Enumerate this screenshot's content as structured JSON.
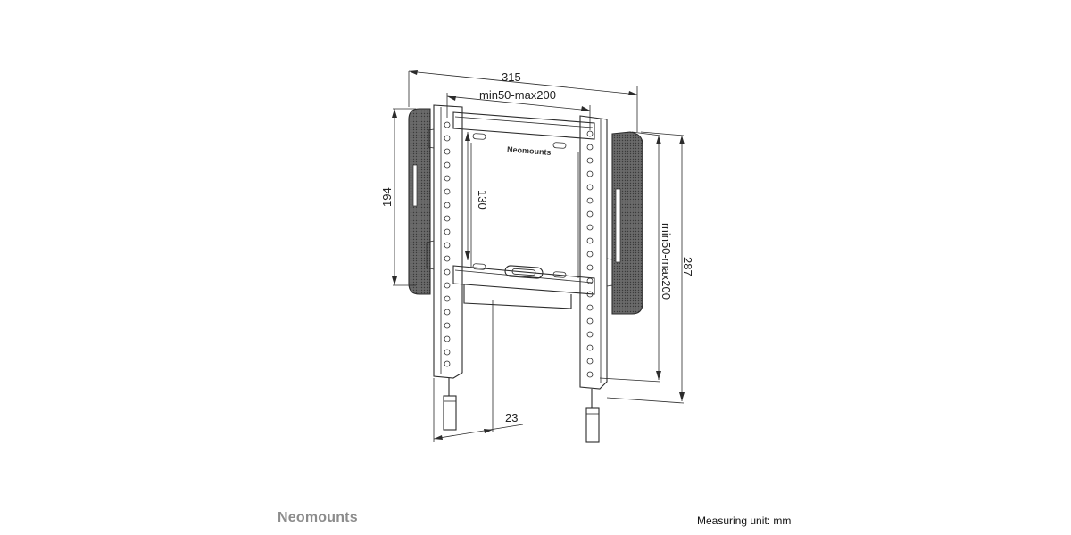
{
  "dimensions": {
    "overall_width": "315",
    "vesa_width": "min50-max200",
    "bracket_height": "194",
    "rail_spacing": "130",
    "vesa_height": "min50-max200",
    "overall_height": "287",
    "wall_distance": "23"
  },
  "product_brand": "Neomounts",
  "footer": {
    "brand": "Neomounts",
    "unit_note": "Measuring unit: mm"
  },
  "colors": {
    "line": "#2b2b2b",
    "pad_fill": "#555555",
    "brand_gray": "#8c8c8c"
  }
}
